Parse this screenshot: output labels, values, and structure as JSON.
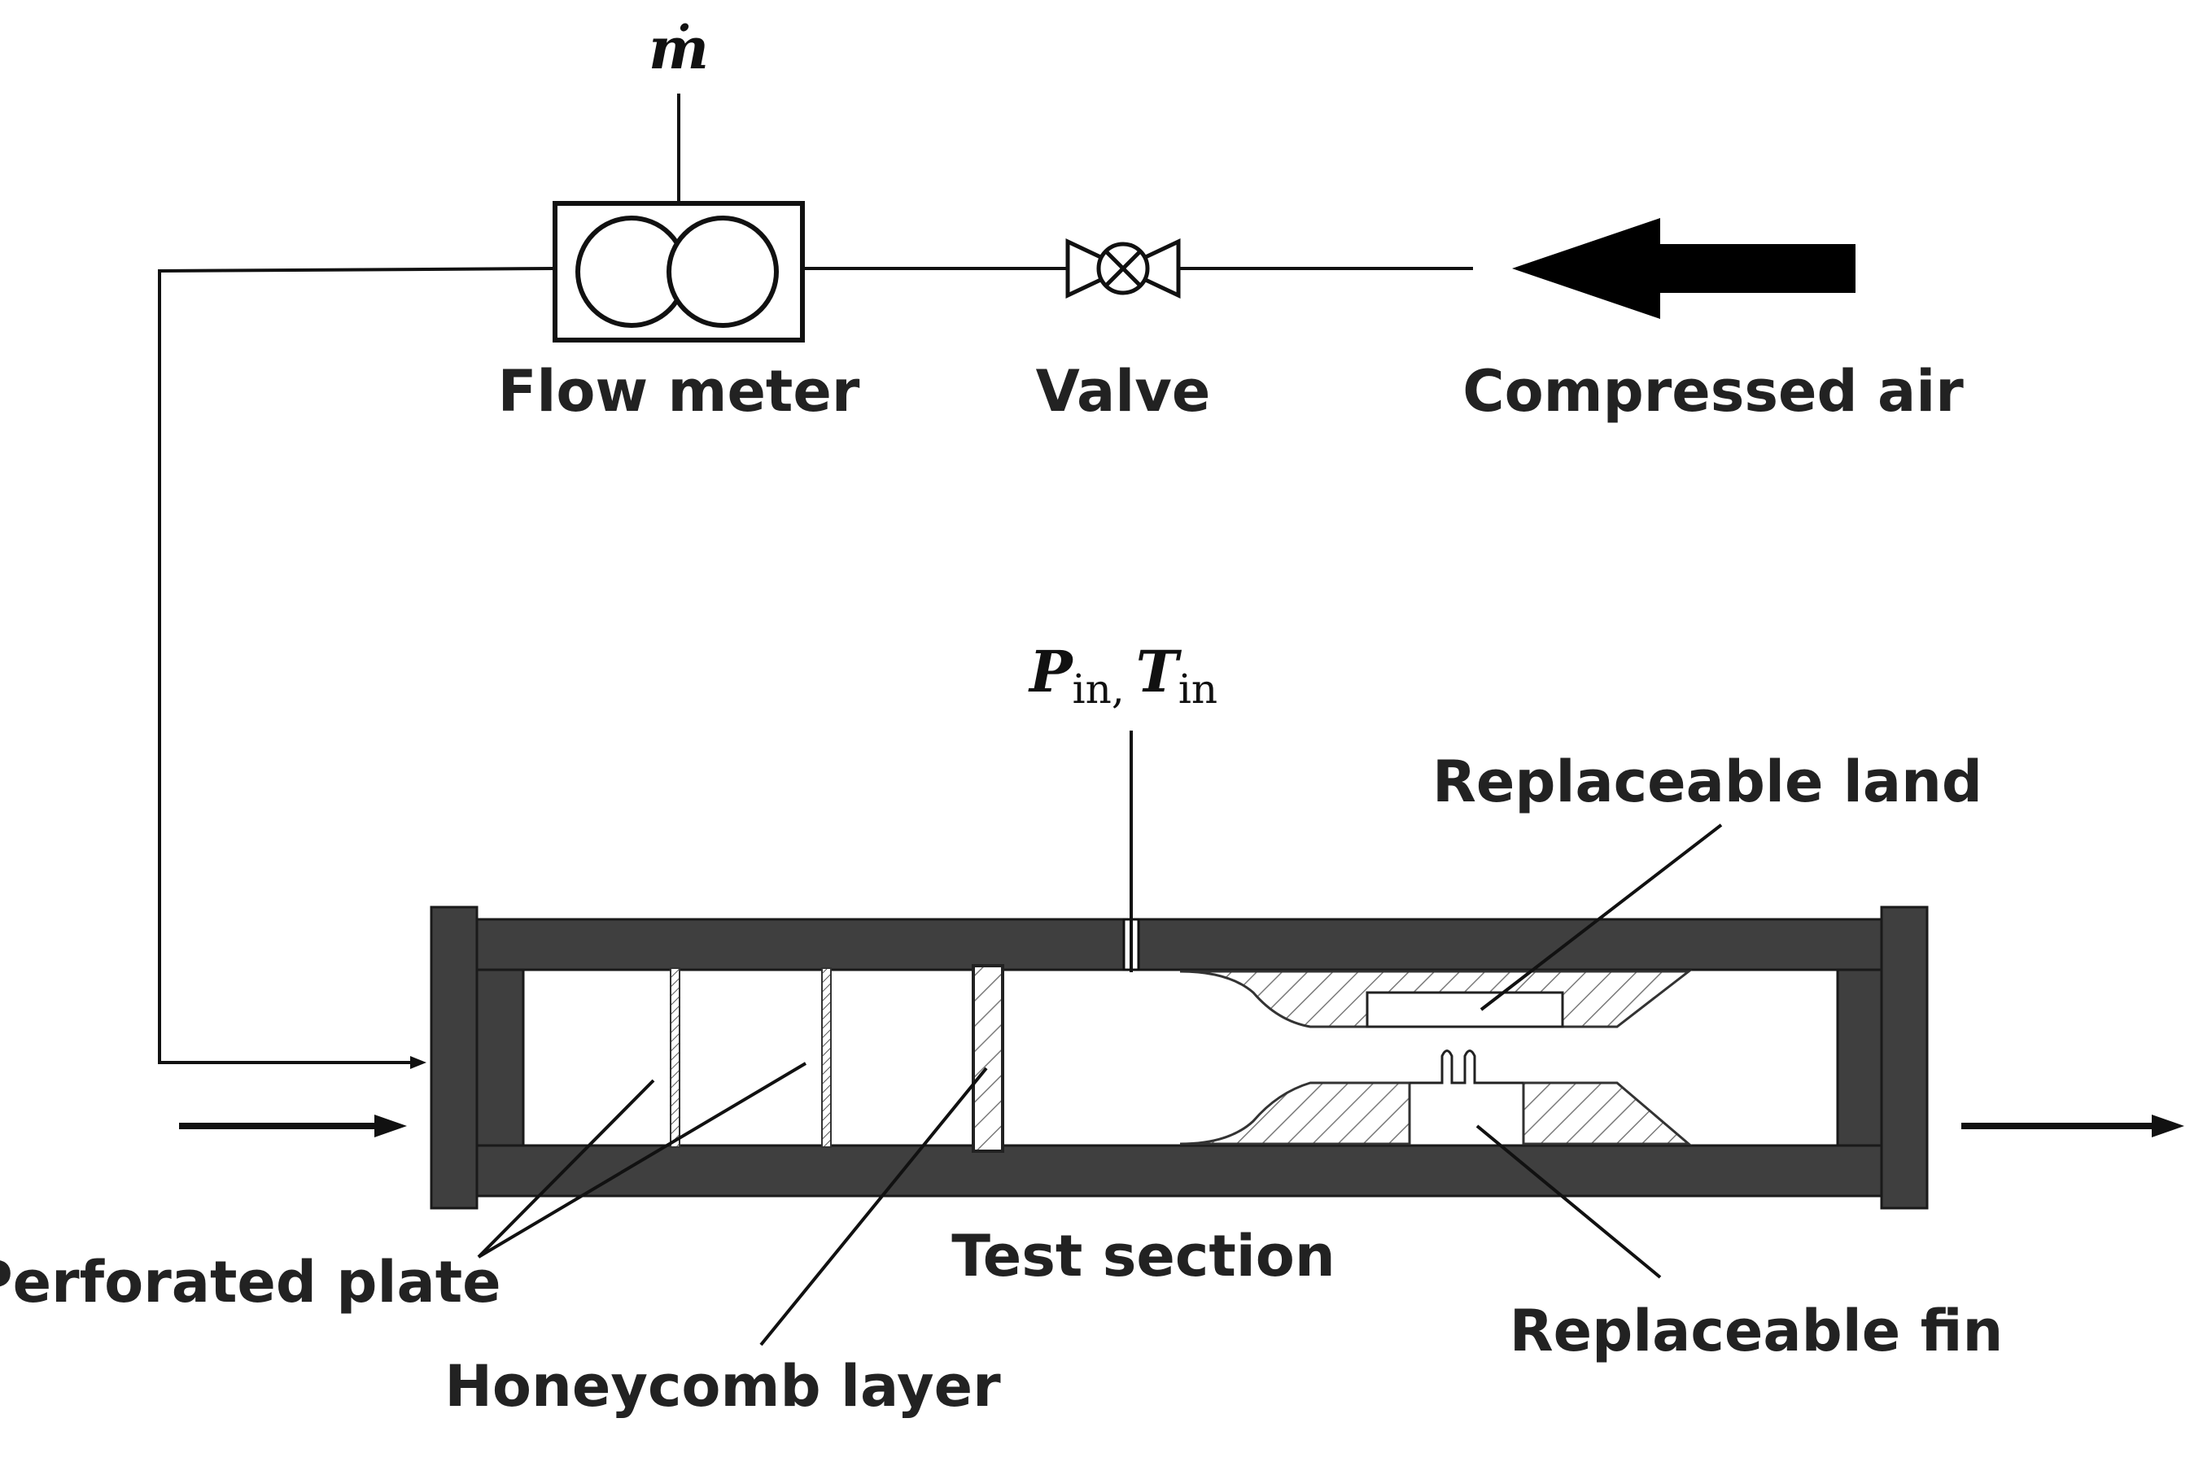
{
  "labels": {
    "mass_flow": "ṁ",
    "flow_meter": "Flow meter",
    "valve": "Valve",
    "compressed_air": "Compressed air",
    "pressure_symbol": "P",
    "pressure_sub": "in",
    "separator": ",",
    "temperature_symbol": "T",
    "temperature_sub": "in",
    "replaceable_land": "Replaceable land",
    "perforated_plate": "Perforated plate",
    "test_section": "Test section",
    "replaceable_fin": "Replaceable fin",
    "honeycomb_layer": "Honeycomb layer"
  },
  "colors": {
    "frame": "#3f3f3f",
    "line": "#111111",
    "text": "#222222",
    "hatch": "#7a7a7a"
  }
}
